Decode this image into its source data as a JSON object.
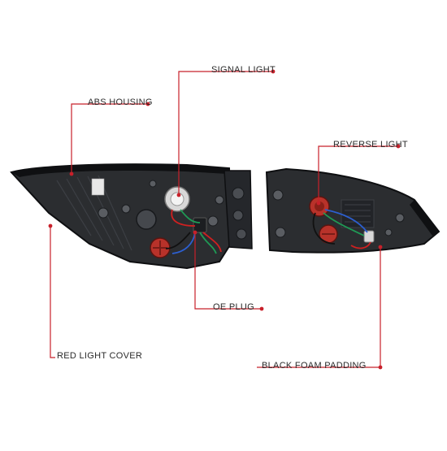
{
  "callouts": {
    "signal_light": "SIGNAL LIGHT",
    "abs_housing": "ABS HOUSING",
    "reverse_light": "REVERSE LIGHT",
    "oe_plug": "OE PLUG",
    "red_light_cover": "RED LIGHT COVER",
    "black_foam_padding": "BLACK FOAM PADDING"
  },
  "colors": {
    "leader_line": "#c8202a",
    "leader_dot": "#c8202a",
    "housing": "#2b2d30",
    "housing_dark": "#15171a",
    "reflector_red": "#b8322a",
    "bulb_socket": "#d8d8d8",
    "wire_red": "#d02020",
    "wire_green": "#1f9a55",
    "wire_blue": "#2c5fd0",
    "wire_black": "#111111"
  }
}
